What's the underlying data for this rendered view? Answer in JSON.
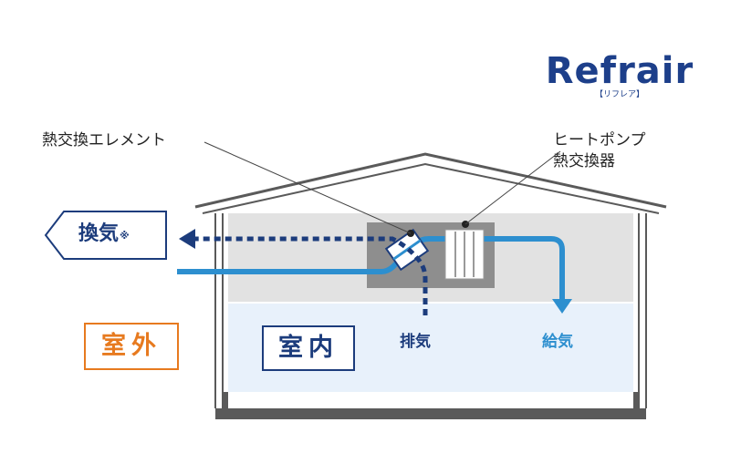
{
  "logo": {
    "name": "Refrair",
    "reading": "【リフレア】"
  },
  "labels": {
    "heat_element": "熱交換エレメント",
    "heat_pump_line1": "ヒートポンプ",
    "heat_pump_line2": "熱交換器",
    "ventilation": "換気",
    "ventilation_mark": "※",
    "exhaust": "排気",
    "supply": "給気",
    "outdoor": "室外",
    "indoor": "室内"
  },
  "colors": {
    "logo": "#1d3f8a",
    "navy": "#1c3c7c",
    "supply_blue": "#2d8fcf",
    "outdoor_orange": "#e77a1f",
    "indoor_fill": "#e8f1fb",
    "attic_gray": "#e2e2e2",
    "unit_gray": "#8e8e8e"
  }
}
